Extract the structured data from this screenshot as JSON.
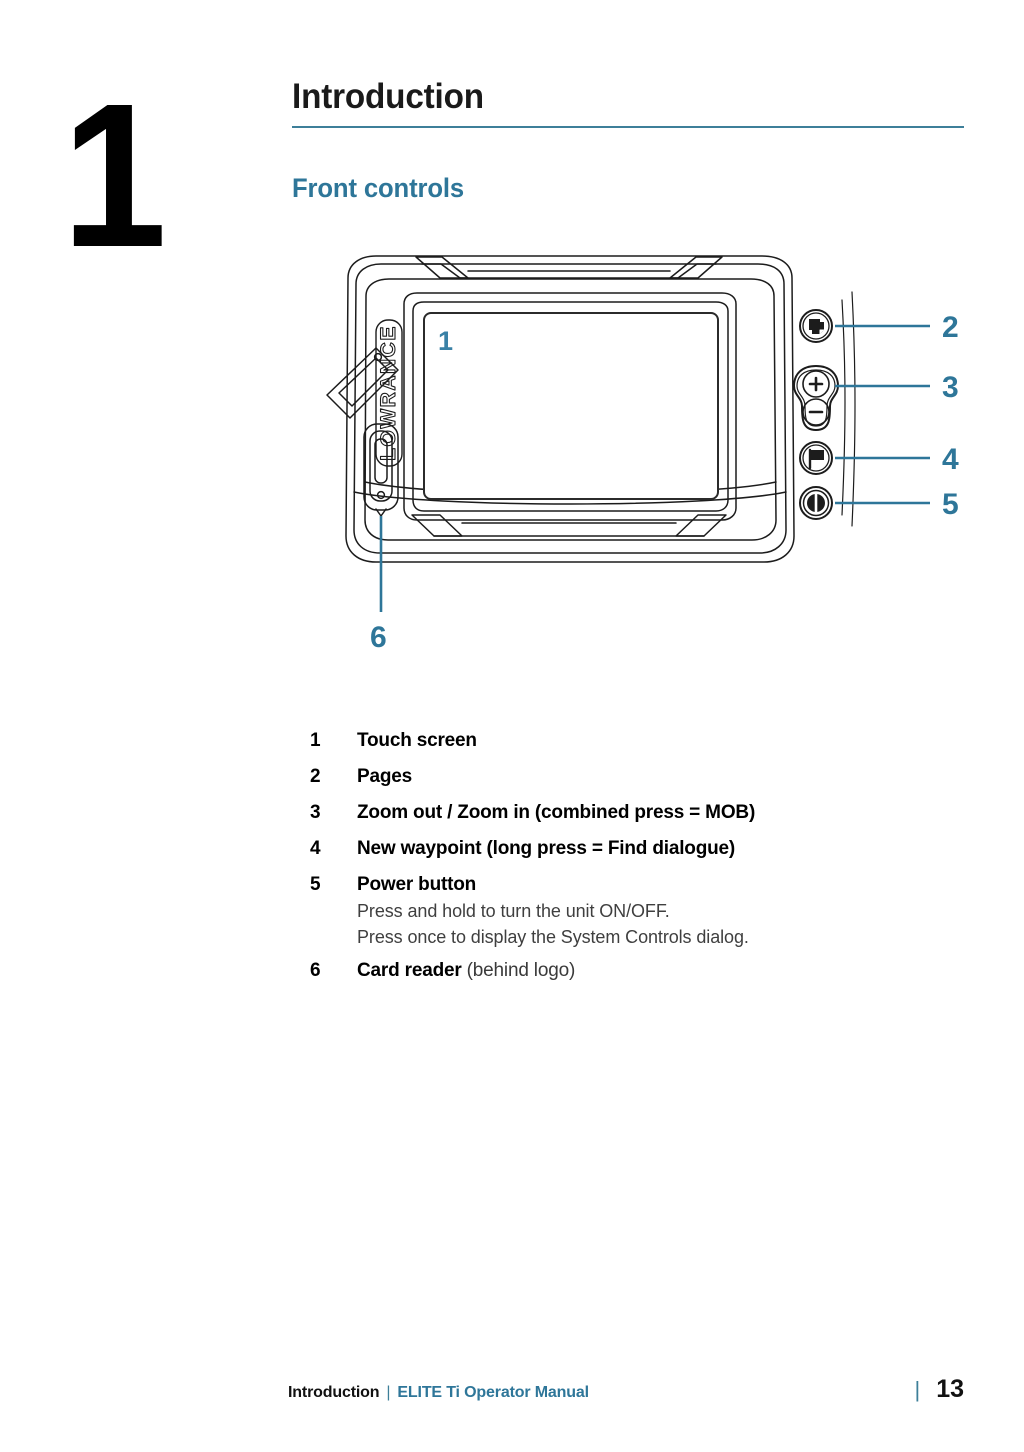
{
  "chapter": {
    "number": "1"
  },
  "header": {
    "title": "Introduction",
    "section": "Front controls"
  },
  "colors": {
    "accent_teal": "#2e7699",
    "rule_teal": "#3d7f99",
    "text_black": "#111111",
    "body_gray": "#3f3f3f"
  },
  "illustration": {
    "device_name": "LOWRANCE",
    "brand_text": "LOWRANCE",
    "callouts": [
      {
        "id": "1",
        "label": "1",
        "position": "screen-top-left"
      },
      {
        "id": "2",
        "label": "2",
        "position": "right-pages-button"
      },
      {
        "id": "3",
        "label": "3",
        "position": "right-zoom-rocker"
      },
      {
        "id": "4",
        "label": "4",
        "position": "right-waypoint-button"
      },
      {
        "id": "5",
        "label": "5",
        "position": "right-power-button"
      },
      {
        "id": "6",
        "label": "6",
        "position": "below-card-reader"
      }
    ],
    "buttons": [
      {
        "name": "pages-button",
        "icon": "pages-icon"
      },
      {
        "name": "zoom-in-button",
        "icon": "plus-icon"
      },
      {
        "name": "zoom-out-button",
        "icon": "minus-icon"
      },
      {
        "name": "waypoint-button",
        "icon": "flag-icon"
      },
      {
        "name": "power-button",
        "icon": "power-icon"
      }
    ]
  },
  "legend": {
    "items": [
      {
        "number": "1",
        "label": "Touch screen",
        "label_plain": "",
        "sublines": []
      },
      {
        "number": "2",
        "label": "Pages",
        "label_plain": "",
        "sublines": []
      },
      {
        "number": "3",
        "label": "Zoom out / Zoom in (combined press = MOB)",
        "label_plain": "",
        "sublines": []
      },
      {
        "number": "4",
        "label": "New waypoint (long press = Find dialogue)",
        "label_plain": "",
        "sublines": []
      },
      {
        "number": "5",
        "label": "Power button",
        "label_plain": "",
        "sublines": [
          "Press and hold to turn the unit ON/OFF.",
          "Press once to display the System Controls dialog."
        ]
      },
      {
        "number": "6",
        "label": "Card reader",
        "label_plain": " (behind logo)",
        "sublines": []
      }
    ]
  },
  "footer": {
    "chapter": "Introduction",
    "separator": "|",
    "manual": "ELITE Ti Operator Manual",
    "pipe": "|",
    "page": "13"
  }
}
